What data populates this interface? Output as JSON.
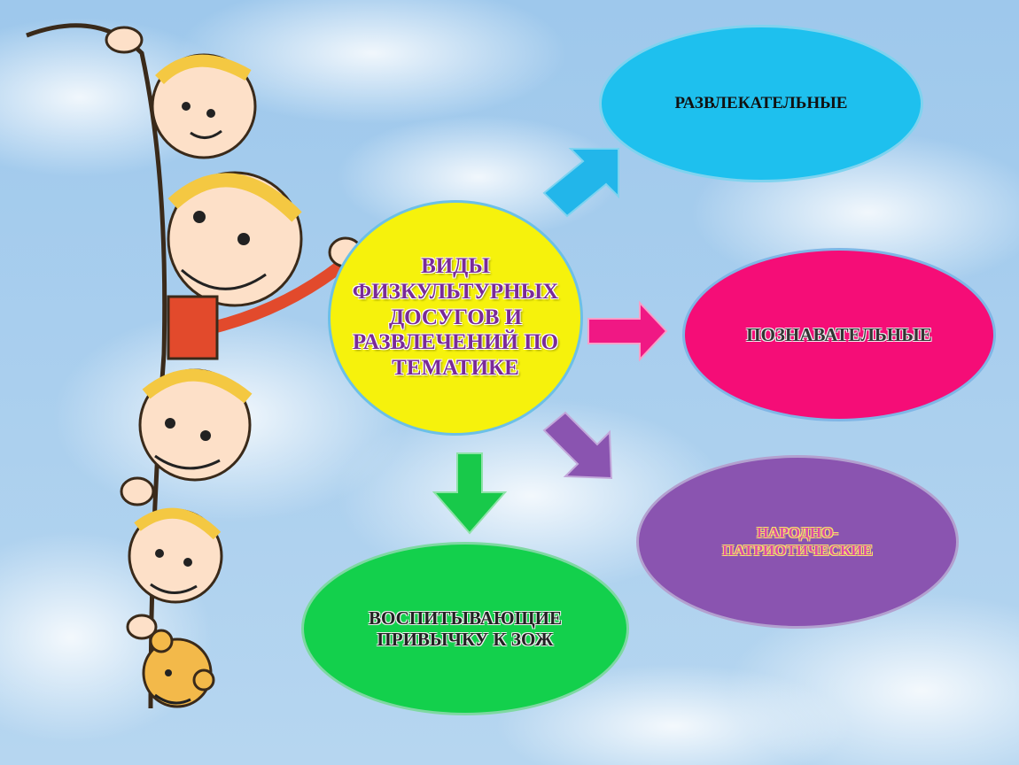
{
  "center": {
    "label": "ВИДЫ ФИЗКУЛЬТУРНЫХ ДОСУГОВ И РАЗВЛЕЧЕНИЙ ПО ТЕМАТИКЕ"
  },
  "nodes": {
    "entertaining": {
      "label": "РАЗВЛЕКАТЕЛЬНЫЕ",
      "color": "#1ec0ee"
    },
    "cognitive": {
      "label": "ПОЗНАВАТЕЛЬНЫЕ",
      "color": "#f50d77"
    },
    "patriotic": {
      "label": "НАРОДНО-ПАТРИОТИЧЕСКИЕ",
      "color": "#8a54b0"
    },
    "healthy": {
      "label": "ВОСПИТЫВАЮЩИЕ ПРИВЫЧКУ К ЗОЖ",
      "color": "#13d04c"
    }
  },
  "colors": {
    "center": "#f6f20c",
    "arrow_blue": "#22b6ea",
    "arrow_pink": "#f01884",
    "arrow_purple": "#8a54b0",
    "arrow_green": "#18c94a",
    "sky": "#a9cfee"
  },
  "illustration": {
    "icon": "cartoon-children-peeking-icon"
  }
}
